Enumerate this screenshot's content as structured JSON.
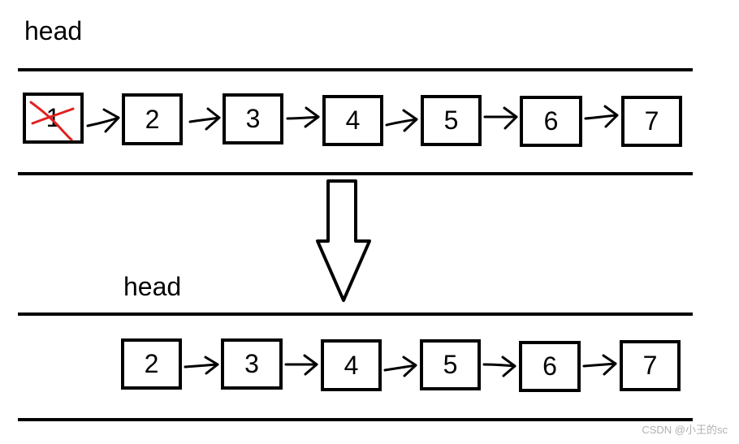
{
  "top": {
    "head_label": "head",
    "nodes": [
      "1",
      "2",
      "3",
      "4",
      "5",
      "6",
      "7"
    ],
    "crossed_out_node": "1"
  },
  "bottom": {
    "head_label": "head",
    "nodes": [
      "2",
      "3",
      "4",
      "5",
      "6",
      "7"
    ]
  },
  "colors": {
    "line": "#000000",
    "cross": "#e02020",
    "watermark": "#b0b0b0"
  },
  "icons": {
    "transition": "down-arrow-icon",
    "link": "hand-drawn-arrow-icon",
    "delete": "red-x-icon"
  },
  "watermark": "CSDN @小王的sc"
}
